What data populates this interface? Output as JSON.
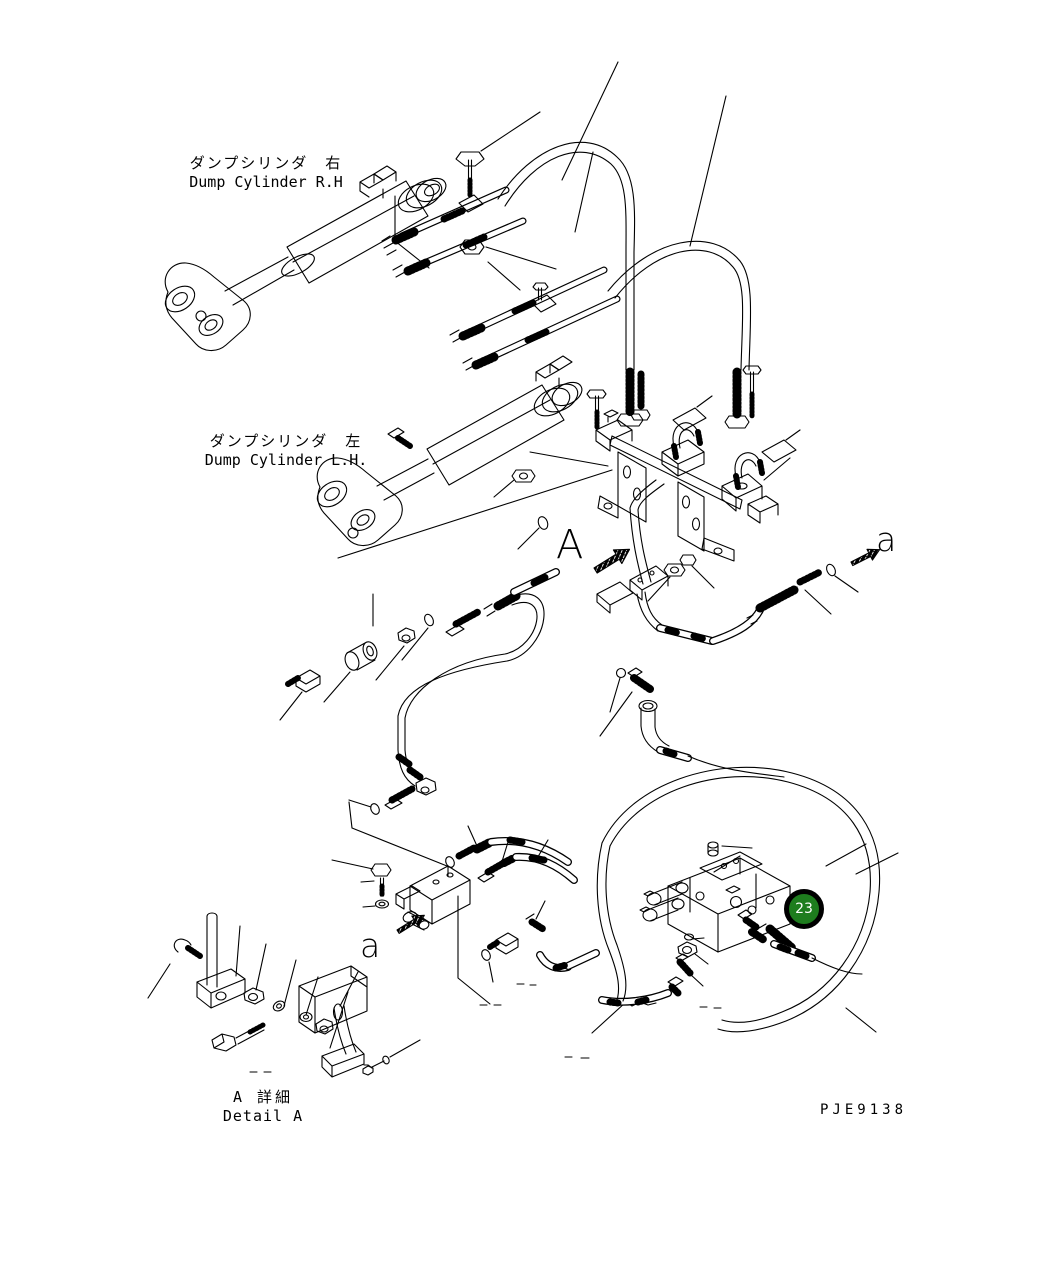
{
  "page": {
    "background": "#ffffff",
    "line_color": "#000000"
  },
  "labels": {
    "dump_cylinder_rh": {
      "jp": "ダンプシリンダ　右",
      "en": "Dump Cylinder R.H"
    },
    "dump_cylinder_lh": {
      "jp": "ダンプシリンダ　左",
      "en": "Dump Cylinder L.H."
    },
    "detail": {
      "jp": "A 詳細",
      "en": "Detail A"
    },
    "drawing_number": "PJE9138"
  },
  "markers": {
    "view": "A",
    "section_right": "a",
    "section_left": "a"
  },
  "callout": {
    "number": "23",
    "fill": "#1e7d1e",
    "ring_color": "#000000",
    "text_color": "#ffffff"
  },
  "icons": {
    "view_direction_arrow": "striped-arrow"
  }
}
